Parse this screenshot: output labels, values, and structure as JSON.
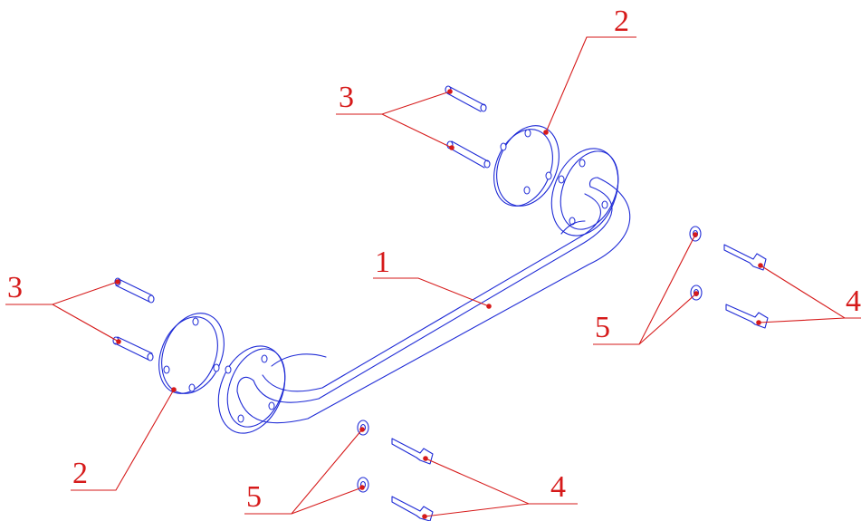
{
  "colors": {
    "parts": "#1f2bd6",
    "callouts": "#d61a1a",
    "background": "#ffffff"
  },
  "callouts": {
    "c1": "1",
    "c2_top": "2",
    "c2_bottom": "2",
    "c3_top": "3",
    "c3_left": "3",
    "c4_right": "4",
    "c4_bottom": "4",
    "c5_right": "5",
    "c5_bottom": "5"
  }
}
